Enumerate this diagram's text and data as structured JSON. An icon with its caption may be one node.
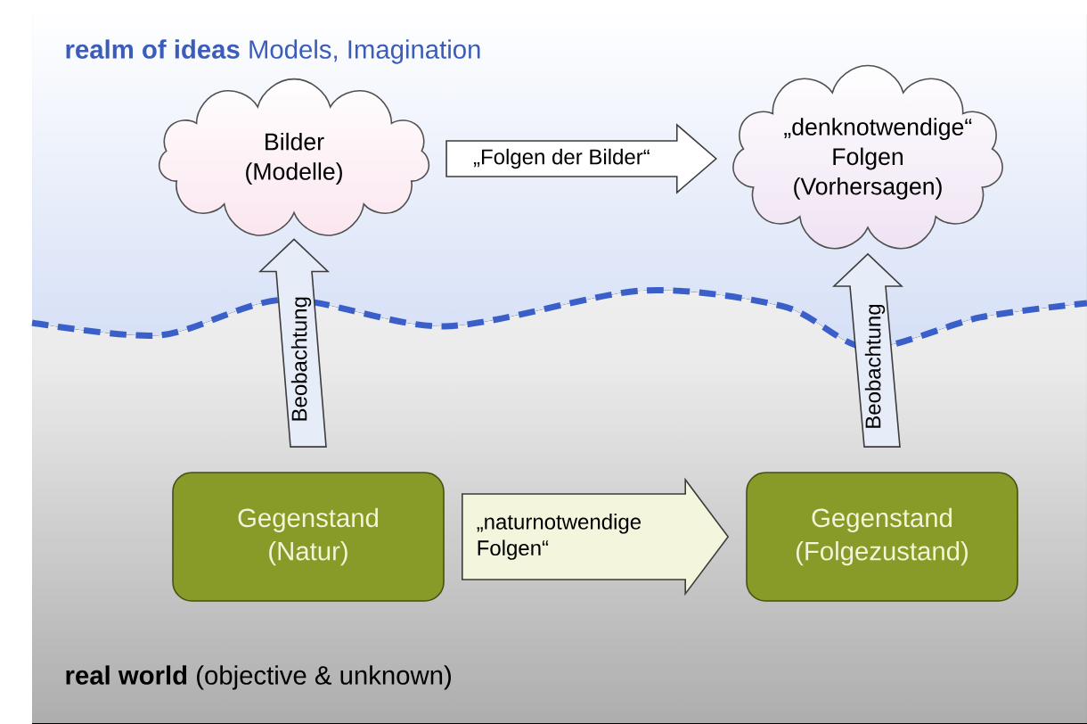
{
  "diagram": {
    "nodes": [
      {
        "text": [
          "Bilder (Modelle)"
        ]
      },
      {
        "text": [
          "„denknotwendige“ Folgen (Vorhersagen)"
        ]
      },
      {
        "text": [
          "Gegenstand (Natur)"
        ]
      },
      {
        "text": [
          "Gegenstand (Folgezustand)"
        ]
      }
    ],
    "edges": [
      {
        "from": 0,
        "to": 1,
        "arrow": "to",
        "label": "„Folgen der Bilder“"
      },
      {
        "from": 2,
        "to": 3,
        "arrow": "to",
        "label": "„naturnotwendige Folgen“"
      },
      {
        "from": 2,
        "to": 0,
        "arrow": "to",
        "label": "Beobachtung"
      },
      {
        "from": 3,
        "to": 1,
        "arrow": "to",
        "label": "Beobachtung"
      }
    ],
    "labels": [
      "**realm of ideas** Models, Imagination",
      "**real world** (objective & unknown)"
    ]
  }
}
